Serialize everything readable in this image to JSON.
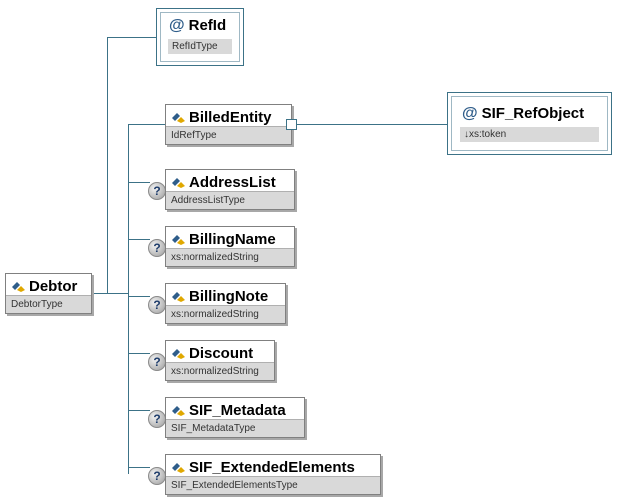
{
  "root": {
    "name": "Debtor",
    "type": "DebtorType"
  },
  "attribute": {
    "name": "RefId",
    "type": "RefIdType",
    "marker": "@"
  },
  "ref_attribute": {
    "name": "SIF_RefObject",
    "type": "↓xs:token",
    "marker": "@"
  },
  "children": [
    {
      "name": "BilledEntity",
      "type": "IdRefType",
      "optional": false
    },
    {
      "name": "AddressList",
      "type": "AddressListType",
      "optional": true
    },
    {
      "name": "BillingName",
      "type": "xs:normalizedString",
      "optional": true
    },
    {
      "name": "BillingNote",
      "type": "xs:normalizedString",
      "optional": true
    },
    {
      "name": "Discount",
      "type": "xs:normalizedString",
      "optional": true
    },
    {
      "name": "SIF_Metadata",
      "type": "SIF_MetadataType",
      "optional": true
    },
    {
      "name": "SIF_ExtendedElements",
      "type": "SIF_ExtendedElementsType",
      "optional": true
    }
  ],
  "optional_marker": "?",
  "colors": {
    "connector": "#3c7287",
    "type_bar": "#d9d9d9",
    "icon_blue": "#2f5d8a",
    "icon_gold": "#e0a800"
  }
}
